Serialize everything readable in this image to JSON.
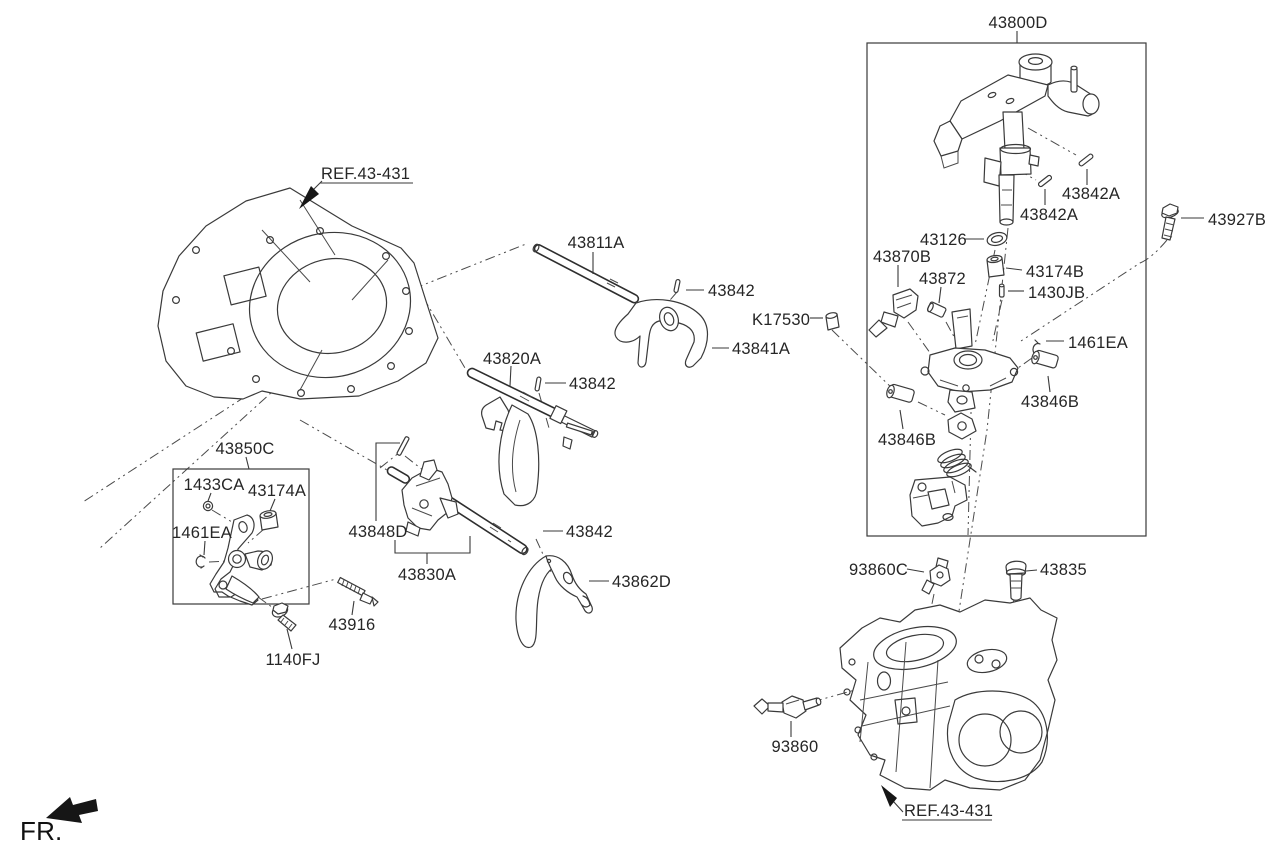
{
  "title": "Gear shift control lever parts diagram",
  "colors": {
    "background": "#ffffff",
    "line_ink": "#3a3a3a",
    "text_ink": "#262626"
  },
  "fr_label": "FR.",
  "ref": {
    "top": "REF.43-431",
    "bottom": "REF.43-431"
  },
  "labels": {
    "p43800d": "43800D",
    "p43811a": "43811A",
    "p43842_1": "43842",
    "k17530": "K17530",
    "p43841a": "43841A",
    "p43820a": "43820A",
    "p43842_2": "43842",
    "p43850c": "43850C",
    "p1433ca": "1433CA",
    "p43174a": "43174A",
    "p1461ea_l": "1461EA",
    "p43848d": "43848D",
    "p43830a": "43830A",
    "p43842_3": "43842",
    "p43862d": "43862D",
    "p43916": "43916",
    "p1140fj": "1140FJ",
    "p43842a_1": "43842A",
    "p43842a_2": "43842A",
    "p43927b": "43927B",
    "p43126": "43126",
    "p43870b": "43870B",
    "p43872": "43872",
    "p43174b": "43174B",
    "p1430jb": "1430JB",
    "p1461ea_r": "1461EA",
    "p43846b_r": "43846B",
    "p43846b_l": "43846B",
    "p93860c": "93860C",
    "p43835": "43835",
    "p93860": "93860"
  }
}
